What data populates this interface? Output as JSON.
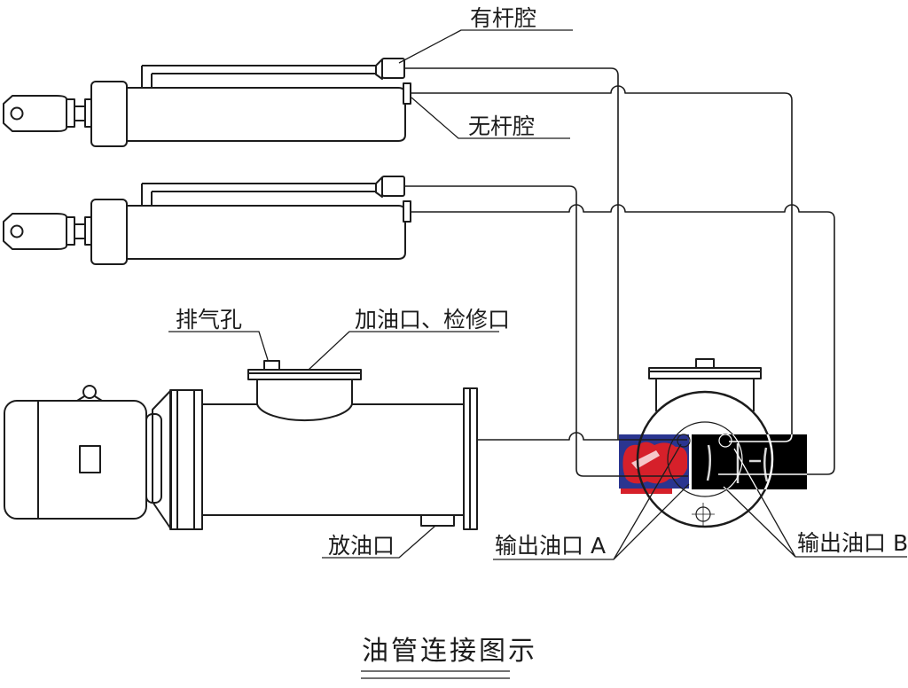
{
  "diagram": {
    "title": "油管连接图示",
    "labels": {
      "rod_chamber": "有杆腔",
      "rodless_chamber": "无杆腔",
      "breather_hole": "排气孔",
      "fill_inspection_port": "加油口、检修口",
      "drain_port": "放油口",
      "output_port_a": "输出油口 A",
      "output_port_b": "输出油口 B"
    },
    "colors": {
      "line": "#1c1c1c",
      "background": "#ffffff",
      "watermark_blue": "#2a3590",
      "watermark_red": "#d6202a",
      "watermark_black": "#000000"
    }
  }
}
